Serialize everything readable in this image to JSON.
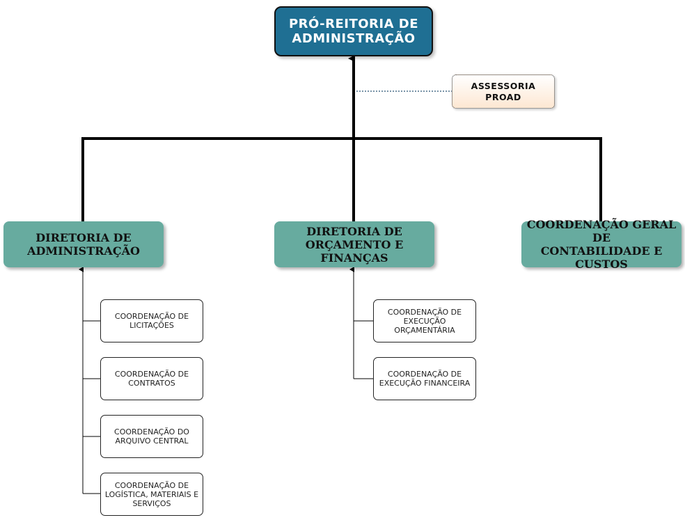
{
  "diagram": {
    "top": {
      "line1": "PRÓ-REITORIA DE",
      "line2": "ADMINISTRAÇÃO"
    },
    "assessoria": {
      "line1": "ASSESSORIA",
      "line2": "PROAD"
    },
    "directorates": [
      {
        "line1": "DIRETORIA DE",
        "line2": "ADMINISTRAÇÃO"
      },
      {
        "line1": "DIRETORIA DE",
        "line2": "ORÇAMENTO E FINANÇAS"
      },
      {
        "line1": "COORDENAÇÃO GERAL DE",
        "line2": "CONTABILIDADE E CUSTOS"
      }
    ],
    "admin_units": [
      {
        "line1": "COORDENAÇÃO DE",
        "line2": "LICITAÇÕES"
      },
      {
        "line1": "COORDENAÇÃO DE",
        "line2": "CONTRATOS"
      },
      {
        "line1": "COORDENAÇÃO DO",
        "line2": "ARQUIVO CENTRAL"
      },
      {
        "line1": "COORDENAÇÃO DE",
        "line2": "LOGÍSTICA, MATERIAIS E",
        "line3": "SERVIÇOS"
      }
    ],
    "finance_units": [
      {
        "line1": "COORDENAÇÃO DE",
        "line2": "EXECUÇÃO",
        "line3": "ORÇAMENTÁRIA"
      },
      {
        "line1": "COORDENAÇÃO DE",
        "line2": "EXECUÇÃO FINANCEIRA"
      }
    ],
    "colors": {
      "top_fill": "#1f6f93",
      "directorate_fill": "#67ab9f",
      "assessoria_fill": "#fde7d2",
      "line": "#000000"
    }
  }
}
